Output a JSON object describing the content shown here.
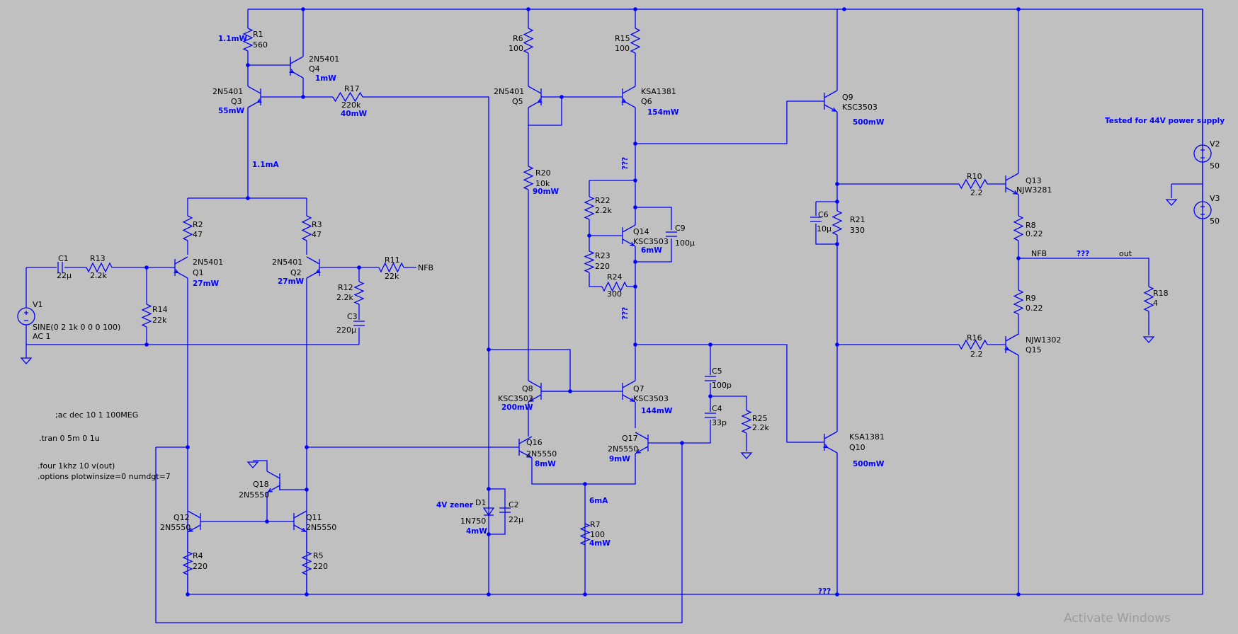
{
  "components": {
    "R1": {
      "ref": "R1",
      "value": "560",
      "power": "1.1mW"
    },
    "R2": {
      "ref": "R2",
      "value": "47"
    },
    "R3": {
      "ref": "R3",
      "value": "47"
    },
    "R4": {
      "ref": "R4",
      "value": "220"
    },
    "R5": {
      "ref": "R5",
      "value": "220"
    },
    "R6": {
      "ref": "R6",
      "value": "100"
    },
    "R7": {
      "ref": "R7",
      "value": "100",
      "power": "4mW"
    },
    "R8": {
      "ref": "R8",
      "value": "0.22"
    },
    "R9": {
      "ref": "R9",
      "value": "0.22"
    },
    "R10": {
      "ref": "R10",
      "value": "2.2"
    },
    "R11": {
      "ref": "R11",
      "value": "22k"
    },
    "R12": {
      "ref": "R12",
      "value": "2.2k"
    },
    "R13": {
      "ref": "R13",
      "value": "2.2k"
    },
    "R14": {
      "ref": "R14",
      "value": "22k"
    },
    "R15": {
      "ref": "R15",
      "value": "100"
    },
    "R16": {
      "ref": "R16",
      "value": "2.2"
    },
    "R17": {
      "ref": "R17",
      "value": "220k",
      "power": "40mW"
    },
    "R18": {
      "ref": "R18",
      "value": "4"
    },
    "R20": {
      "ref": "R20",
      "value": "10k",
      "power": "90mW"
    },
    "R21": {
      "ref": "R21",
      "value": "330"
    },
    "R22": {
      "ref": "R22",
      "value": "2.2k"
    },
    "R23": {
      "ref": "R23",
      "value": "220"
    },
    "R24": {
      "ref": "R24",
      "value": "300"
    },
    "R25": {
      "ref": "R25",
      "value": "2.2k"
    },
    "C1": {
      "ref": "C1",
      "value": "22µ"
    },
    "C2": {
      "ref": "C2",
      "value": "22µ"
    },
    "C3": {
      "ref": "C3",
      "value": "220µ"
    },
    "C4": {
      "ref": "C4",
      "value": "33p"
    },
    "C5": {
      "ref": "C5",
      "value": "100p"
    },
    "C6": {
      "ref": "C6",
      "value": "10µ"
    },
    "C9": {
      "ref": "C9",
      "value": "100µ"
    },
    "Q1": {
      "ref": "Q1",
      "model": "2N5401",
      "power": "27mW"
    },
    "Q2": {
      "ref": "Q2",
      "model": "2N5401",
      "power": "27mW"
    },
    "Q3": {
      "ref": "Q3",
      "model": "2N5401",
      "power": "55mW"
    },
    "Q4": {
      "ref": "Q4",
      "model": "2N5401",
      "power": "1mW"
    },
    "Q5": {
      "ref": "Q5",
      "model": "2N5401"
    },
    "Q6": {
      "ref": "Q6",
      "model": "KSA1381",
      "power": "154mW"
    },
    "Q7": {
      "ref": "Q7",
      "model": "KSC3503",
      "power": "144mW"
    },
    "Q8": {
      "ref": "Q8",
      "model": "KSC3503",
      "power": "200mW"
    },
    "Q9": {
      "ref": "Q9",
      "model": "KSC3503",
      "power": "500mW"
    },
    "Q10": {
      "ref": "Q10",
      "model": "KSA1381",
      "power": "500mW"
    },
    "Q11": {
      "ref": "Q11",
      "model": "2N5550"
    },
    "Q12": {
      "ref": "Q12",
      "model": "2N5550"
    },
    "Q13": {
      "ref": "Q13",
      "model": "NJW3281"
    },
    "Q14": {
      "ref": "Q14",
      "model": "KSC3503",
      "power": "6mW"
    },
    "Q15": {
      "ref": "Q15",
      "model": "NJW1302"
    },
    "Q16": {
      "ref": "Q16",
      "model": "2N5550",
      "power": "8mW"
    },
    "Q17": {
      "ref": "Q17",
      "model": "2N5550",
      "power": "9mW"
    },
    "Q18": {
      "ref": "Q18",
      "model": "2N5550"
    },
    "D1": {
      "ref": "D1",
      "model": "1N750",
      "power": "4mW",
      "note": "4V zener"
    },
    "V1": {
      "ref": "V1",
      "spec": "SINE(0 2 1k 0 0 0 100)",
      "ac": "AC 1"
    },
    "V2": {
      "ref": "V2",
      "value": "50"
    },
    "V3": {
      "ref": "V3",
      "value": "50"
    }
  },
  "annotations": {
    "current_1": "1.1mA",
    "current_2": "6mA",
    "unknown": "???",
    "supply_note": "Tested for 44V power supply",
    "nfb_label": "NFB",
    "out_label": "out"
  },
  "directives": [
    ";ac dec 10 1 100MEG",
    ".tran 0 5m 0 1u",
    ".four 1khz 10 v(out)",
    ".options plotwinsize=0 numdgt=7"
  ],
  "watermark": "Activate Windows",
  "colors": {
    "background": "#c0c0c0",
    "wire": "#0000ff",
    "text": "#000000",
    "note": "#0000ff"
  }
}
